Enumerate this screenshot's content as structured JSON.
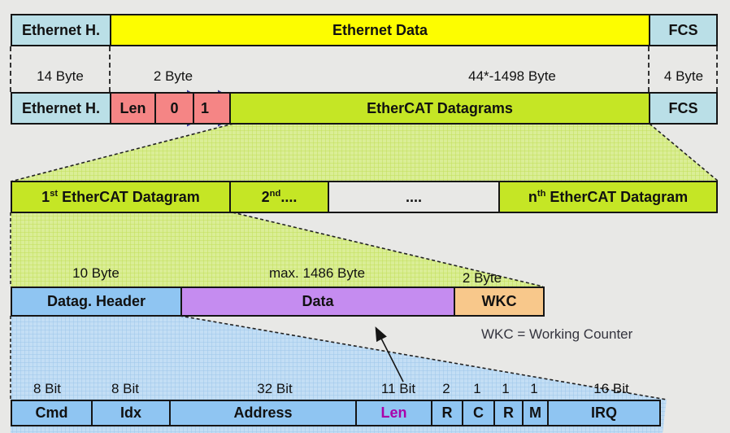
{
  "colors": {
    "background": "#e8e8e6",
    "ethernet_header_fcs": "#badfe7",
    "ethernet_data": "#fdfd00",
    "frame_header": "#f58585",
    "ethercat_green": "#c5e625",
    "datagram_header_blue": "#8fc5f2",
    "data_purple": "#c58cf0",
    "wkc_orange": "#f8c88b",
    "double_arrow_blue": "#3b3b9e",
    "len_field_text": "#aa00aa"
  },
  "ethernet_frame": {
    "header": "Ethernet H.",
    "data": "Ethernet Data",
    "fcs": "FCS"
  },
  "byte_labels": {
    "header": "14 Byte",
    "frame_header": "2 Byte",
    "datagrams": "44*-1498 Byte",
    "fcs": "4 Byte"
  },
  "ethercat_frame": {
    "header": "Ethernet H.",
    "len": "Len",
    "bit0": "0",
    "bit1": "1",
    "datagrams": "EtherCAT Datagrams",
    "fcs": "FCS"
  },
  "datagram_list": {
    "first": {
      "num": "1",
      "sup": "st",
      "rest": " EtherCAT Datagram"
    },
    "second": {
      "num": "2",
      "sup": "nd",
      "rest": "...."
    },
    "middle": "....",
    "nth": {
      "num": "n",
      "sup": "th",
      "rest": " EtherCAT Datagram"
    }
  },
  "datagram_detail": {
    "header_bytes": "10 Byte",
    "data_bytes": "max. 1486 Byte",
    "wkc_bytes": "2 Byte",
    "header": "Datag. Header",
    "data": "Data",
    "wkc": "WKC",
    "wkc_note": "WKC = Working Counter"
  },
  "header_fields": {
    "bits": [
      "8 Bit",
      "8 Bit",
      "32 Bit",
      "11 Bit",
      "2",
      "1",
      "1",
      "1",
      "16 Bit"
    ],
    "names": [
      "Cmd",
      "Idx",
      "Address",
      "Len",
      "R",
      "C",
      "R",
      "M",
      "IRQ"
    ]
  }
}
